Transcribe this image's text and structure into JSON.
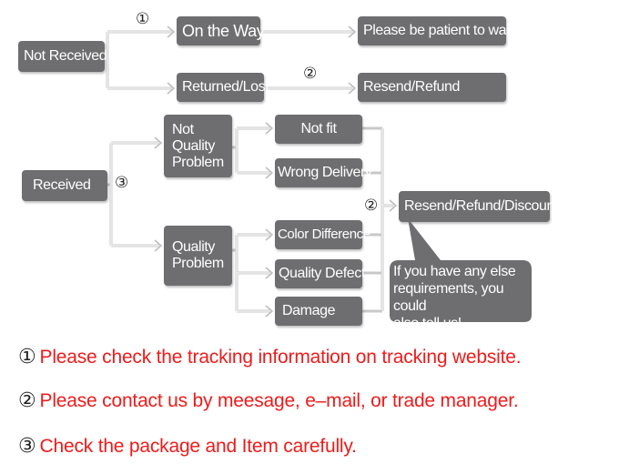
{
  "colors": {
    "box_fill": "#6e6e70",
    "note_text": "#ee1b1b",
    "connector": "#c8c8c8"
  },
  "boxes": {
    "not_received": "Not Received",
    "on_the_way": "On the Way",
    "please_wait": "Please be patient to wait",
    "returned_lost": "Returned/Lost",
    "resend_refund": "Resend/Refund",
    "received": "Received",
    "not_quality_problem": "Not\nQuality\nProblem",
    "quality_problem": "Quality\nProblem",
    "not_fit": "Not fit",
    "wrong_delivery": "Wrong Delivery",
    "color_difference": "Color Difference",
    "quality_defect": "Quality Defect",
    "damage": "Damage",
    "resend_refund_discount": "Resend/Refund/Discount"
  },
  "steps": {
    "one": "①",
    "two": "②",
    "three": "③"
  },
  "bubble": {
    "text": "If you have any else\nrequirements, you could\nalso tell us!"
  },
  "notes": [
    {
      "num": "①",
      "text": "Please check the tracking information on tracking website."
    },
    {
      "num": "②",
      "text": "Please contact us by meesage, e–mail, or trade manager."
    },
    {
      "num": "③",
      "text": "Check the package and Item carefully."
    }
  ]
}
